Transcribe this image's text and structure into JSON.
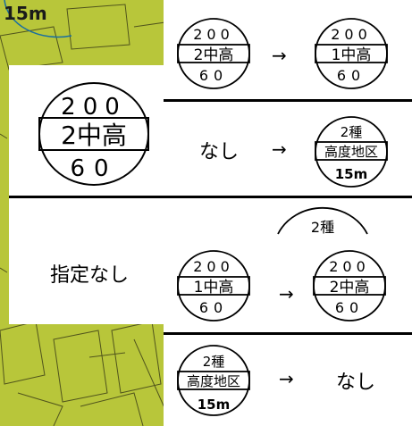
{
  "background": {
    "map_color": "#b8c63a",
    "panel_color": "#ffffff",
    "line_color": "#000000"
  },
  "arrow_symbol": "→",
  "none_label": "なし",
  "no_designation_label": "指定なし",
  "corner_fragment": {
    "value_label": "15m"
  },
  "partial_fragment": {
    "label": "2種"
  },
  "row1": {
    "before_mark": {
      "top": "200",
      "middle": "2中高",
      "bottom": "60"
    },
    "after_mark": {
      "top": "200",
      "middle": "1中高",
      "bottom": "60"
    }
  },
  "big_mark": {
    "top": "200",
    "middle": "2中高",
    "bottom": "60"
  },
  "row2": {
    "after_mark": {
      "top": "2種",
      "middle": "高度地区",
      "bottom": "15m"
    }
  },
  "row3": {
    "before_mark": {
      "top": "200",
      "middle": "1中高",
      "bottom": "60"
    },
    "after_mark": {
      "top": "200",
      "middle": "2中高",
      "bottom": "60"
    }
  },
  "row4": {
    "before_mark": {
      "top": "2種",
      "middle": "高度地区",
      "bottom": "15m"
    }
  }
}
